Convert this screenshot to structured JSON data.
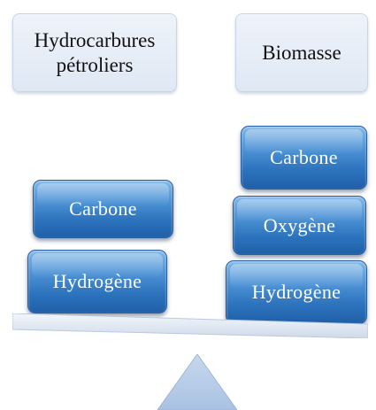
{
  "labels": {
    "left": "Hydrocarbures pétroliers",
    "right": "Biomasse"
  },
  "left_blocks": [
    "Carbone",
    "Hydrogène"
  ],
  "right_blocks": [
    "Carbone",
    "Oxygène",
    "Hydrogène"
  ],
  "colors": {
    "block_blue": "#2c73bd",
    "label_bg": "#e6edf7",
    "beam": "#dfe8f4"
  }
}
